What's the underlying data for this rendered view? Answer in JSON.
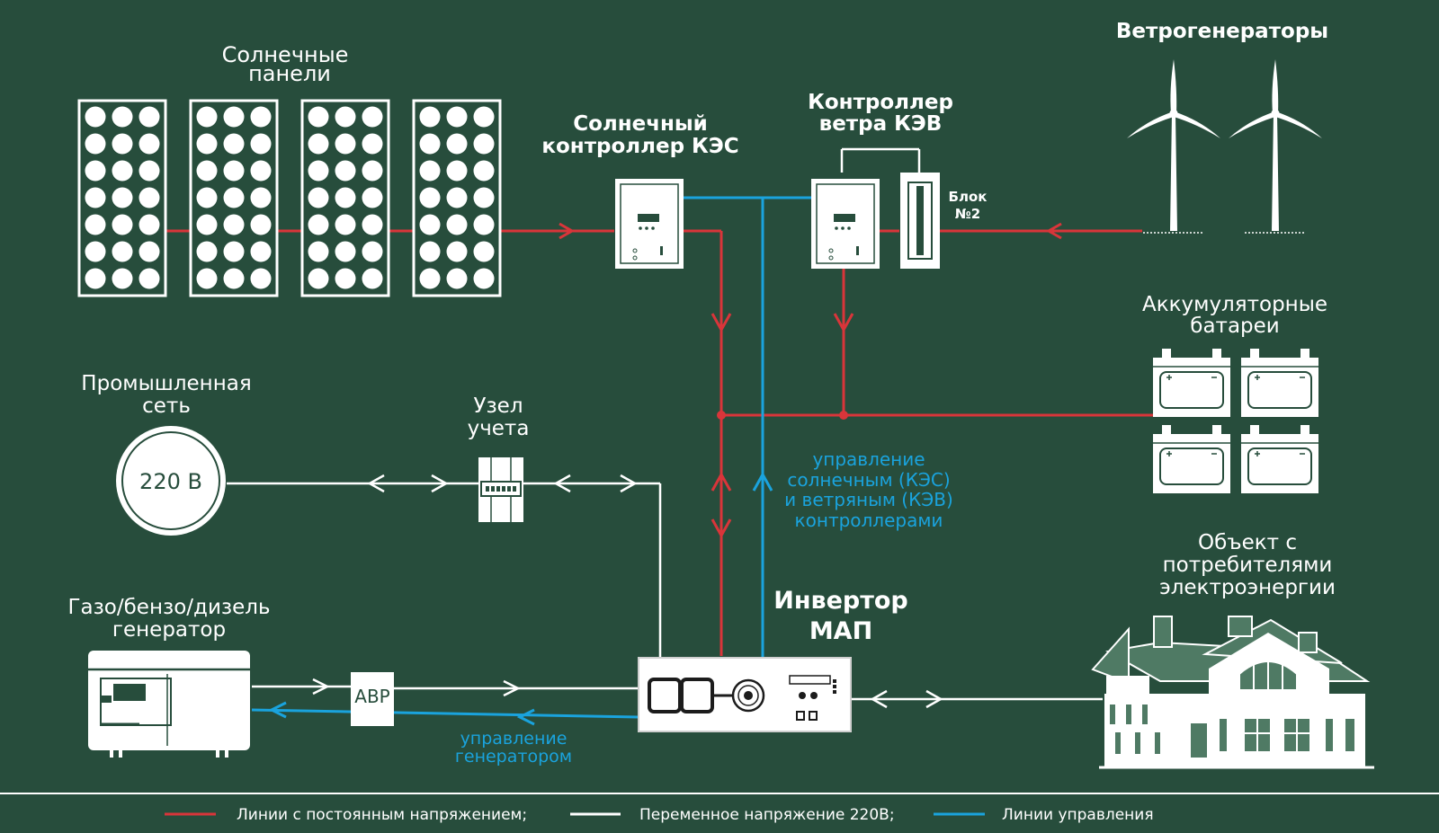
{
  "labels": {
    "solar_panels": [
      "Солнечные",
      "панели"
    ],
    "solar_controller": [
      "Солнечный",
      "контроллер КЭС"
    ],
    "wind_controller": [
      "Контроллер",
      "ветра КЭВ"
    ],
    "block2": [
      "Блок",
      "№2"
    ],
    "wind_generators": "Ветрогенераторы",
    "batteries": [
      "Аккумуляторные",
      "батареи"
    ],
    "grid": [
      "Промышленная",
      "сеть"
    ],
    "grid_voltage": "220 В",
    "meter": [
      "Узел",
      "учета"
    ],
    "control_note": [
      "управление",
      "солнечным (КЭС)",
      "и ветряным (КЭВ)",
      "контроллерами"
    ],
    "inverter": [
      "Инвертор",
      "МАП"
    ],
    "consumer": [
      "Объект с",
      "потребителями",
      "электроэнергии"
    ],
    "generator": [
      "Газо/бензо/дизель",
      "генератор"
    ],
    "avr": "АВР",
    "generator_control": [
      "управление",
      "генератором"
    ]
  },
  "legend": [
    {
      "label": "Линии с постоянным напряжением;",
      "color": "#d9353a"
    },
    {
      "label": "Переменное напряжение 220В;",
      "color": "#ffffff"
    },
    {
      "label": "Линии управления",
      "color": "#1aa3dd"
    }
  ],
  "colors": {
    "background": "#274d3c",
    "dc_line": "#d9353a",
    "ac_line": "#ffffff",
    "control_line": "#1aa3dd"
  }
}
